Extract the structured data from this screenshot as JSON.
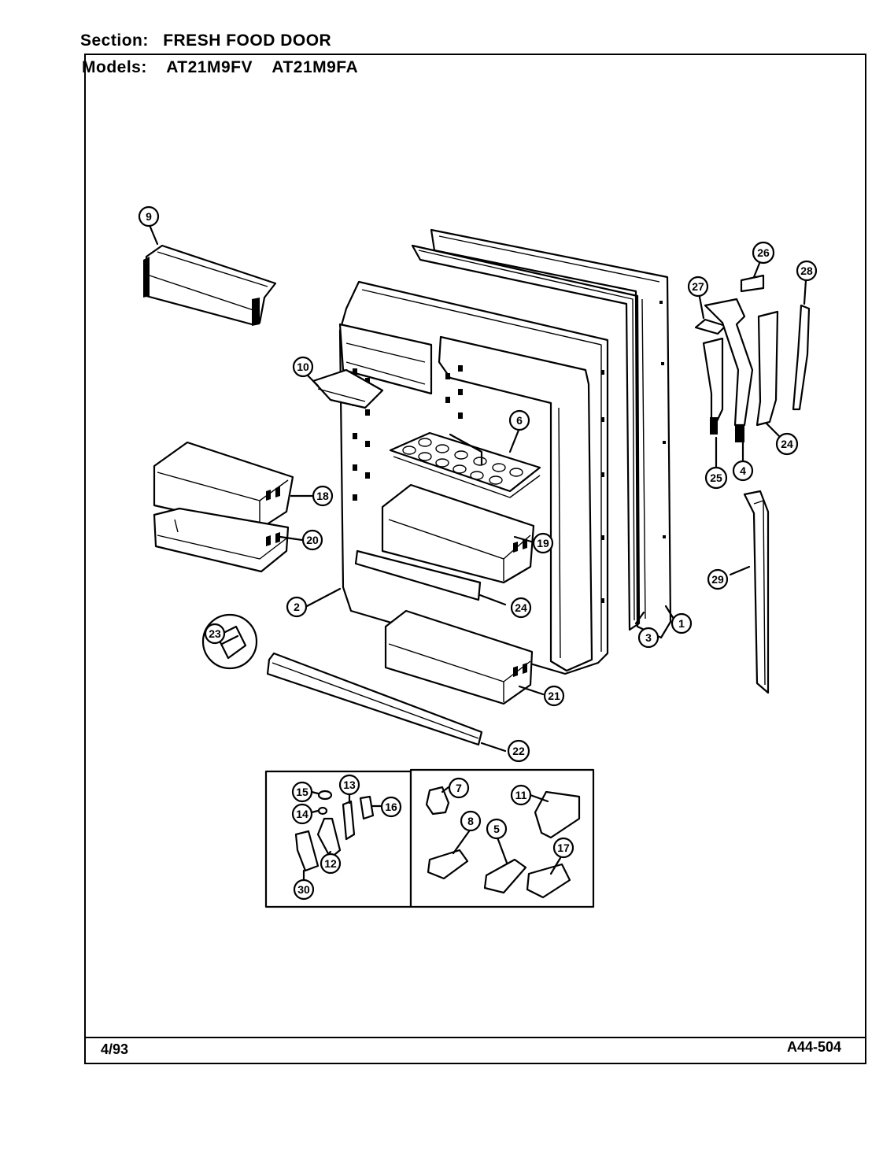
{
  "header": {
    "section_label": "Section:",
    "section_value": "FRESH FOOD DOOR",
    "models_label": "Models:",
    "models": [
      "AT21M9FV",
      "AT21M9FA"
    ]
  },
  "footer": {
    "date": "4/93",
    "code": "A44-504"
  },
  "callouts": [
    "9",
    "10",
    "18",
    "20",
    "2",
    "23",
    "22",
    "21",
    "24",
    "19",
    "6",
    "1",
    "3",
    "27",
    "26",
    "28",
    "25",
    "4",
    "24",
    "29",
    "15",
    "13",
    "16",
    "14",
    "12",
    "30",
    "7",
    "11",
    "8",
    "5",
    "17"
  ]
}
